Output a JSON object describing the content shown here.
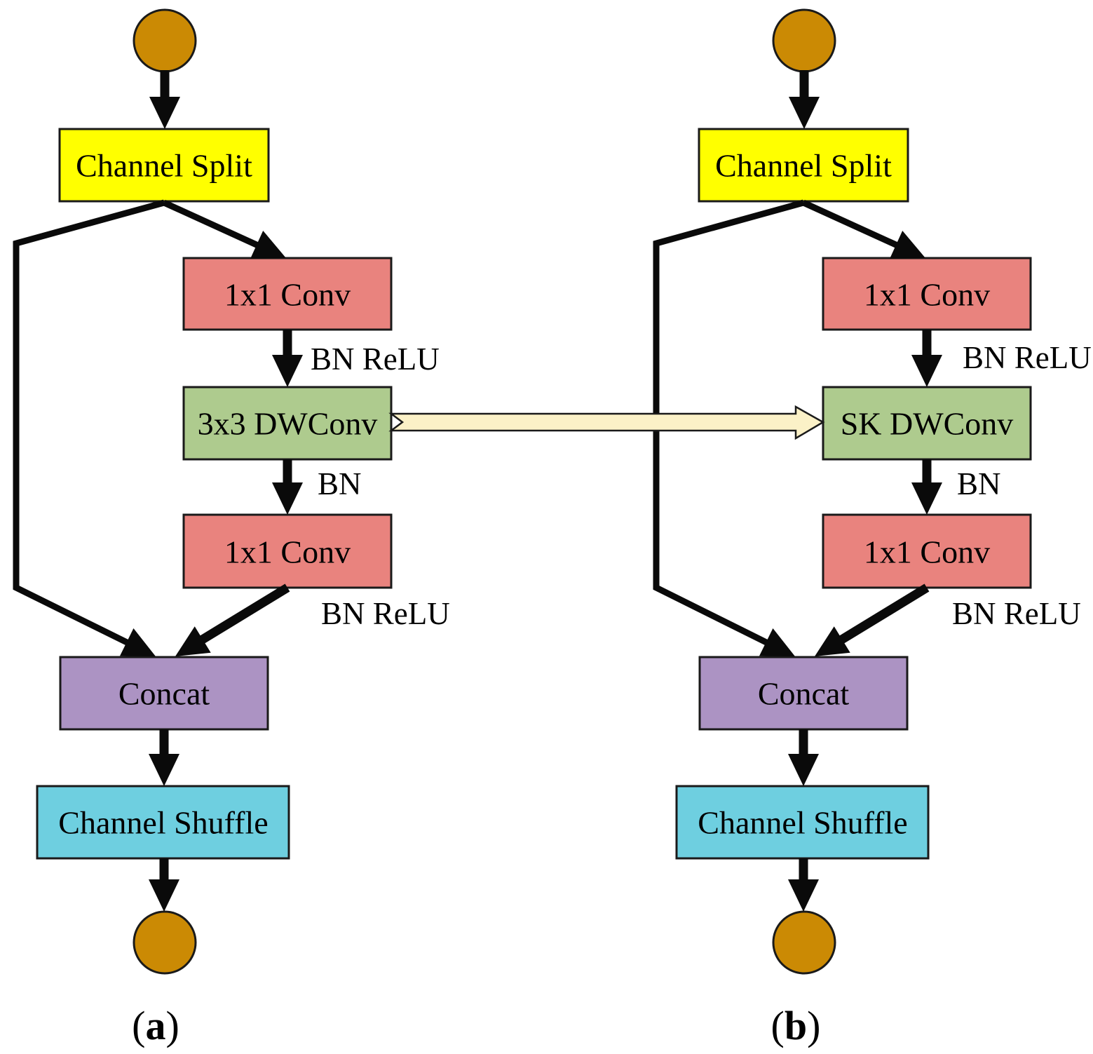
{
  "colors": {
    "terminal": "#CB8A04",
    "channel_split": "#FFFF00",
    "conv": "#E9837E",
    "dwconv": "#AECB8E",
    "concat": "#AC93C3",
    "shuffle": "#6ECFE0",
    "transfer_arrow": "#FBF1C7"
  },
  "panels": [
    {
      "caption": {
        "open": "(",
        "letter": "a",
        "close": ")"
      },
      "nodes": {
        "channel_split": "Channel Split",
        "conv1": "1x1 Conv",
        "dwconv": "3x3 DWConv",
        "conv2": "1x1 Conv",
        "concat": "Concat",
        "shuffle": "Channel Shuffle"
      },
      "edge_labels": {
        "after_conv1": "BN ReLU",
        "after_dwconv": "BN",
        "after_conv2": "BN ReLU"
      }
    },
    {
      "caption": {
        "open": "(",
        "letter": "b",
        "close": ")"
      },
      "nodes": {
        "channel_split": "Channel Split",
        "conv1": "1x1 Conv",
        "dwconv": "SK DWConv",
        "conv2": "1x1 Conv",
        "concat": "Concat",
        "shuffle": "Channel Shuffle"
      },
      "edge_labels": {
        "after_conv1": "BN ReLU",
        "after_dwconv": "BN",
        "after_conv2": "BN ReLU"
      }
    }
  ]
}
